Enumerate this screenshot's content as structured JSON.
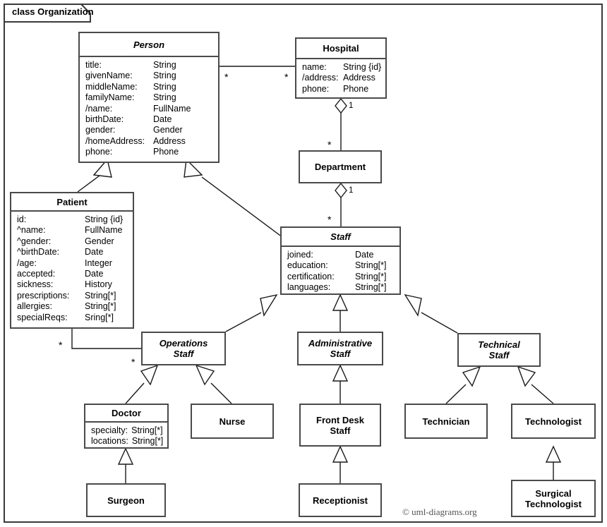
{
  "diagram": {
    "frame_label": "class Organization",
    "copyright": "© uml-diagrams.org",
    "accent_border": "#4a4a4a",
    "line_color": "#1a1a1a",
    "background": "#ffffff"
  },
  "classes": {
    "person": {
      "name": "Person",
      "abstract": true,
      "attributes": [
        {
          "name": "title:",
          "type": "String"
        },
        {
          "name": "givenName:",
          "type": "String"
        },
        {
          "name": "middleName:",
          "type": "String"
        },
        {
          "name": "familyName:",
          "type": "String"
        },
        {
          "name": "/name:",
          "type": "FullName"
        },
        {
          "name": "birthDate:",
          "type": "Date"
        },
        {
          "name": "gender:",
          "type": "Gender"
        },
        {
          "name": "/homeAddress:",
          "type": "Address"
        },
        {
          "name": "phone:",
          "type": "Phone"
        }
      ]
    },
    "hospital": {
      "name": "Hospital",
      "abstract": false,
      "attributes": [
        {
          "name": "name:",
          "type": "String {id}"
        },
        {
          "name": "/address:",
          "type": "Address"
        },
        {
          "name": "phone:",
          "type": "Phone"
        }
      ]
    },
    "department": {
      "name": "Department",
      "abstract": false,
      "attributes": []
    },
    "patient": {
      "name": "Patient",
      "abstract": false,
      "attributes": [
        {
          "name": "id:",
          "type": "String {id}"
        },
        {
          "name": "^name:",
          "type": "FullName"
        },
        {
          "name": "^gender:",
          "type": "Gender"
        },
        {
          "name": "^birthDate:",
          "type": "Date"
        },
        {
          "name": "/age:",
          "type": "Integer"
        },
        {
          "name": "accepted:",
          "type": "Date"
        },
        {
          "name": "sickness:",
          "type": "History"
        },
        {
          "name": "prescriptions:",
          "type": "String[*]"
        },
        {
          "name": "allergies:",
          "type": "String[*]"
        },
        {
          "name": "specialReqs:",
          "type": "Sring[*]"
        }
      ]
    },
    "staff": {
      "name": "Staff",
      "abstract": true,
      "attributes": [
        {
          "name": "joined:",
          "type": "Date"
        },
        {
          "name": "education:",
          "type": "String[*]"
        },
        {
          "name": "certification:",
          "type": "String[*]"
        },
        {
          "name": "languages:",
          "type": "String[*]"
        }
      ]
    },
    "operations_staff": {
      "name": "Operations\nStaff",
      "abstract": true,
      "attributes": []
    },
    "administrative_staff": {
      "name": "Administrative\nStaff",
      "abstract": true,
      "attributes": []
    },
    "technical_staff": {
      "name": "Technical\nStaff",
      "abstract": true,
      "attributes": []
    },
    "doctor": {
      "name": "Doctor",
      "abstract": false,
      "attributes": [
        {
          "name": "specialty:",
          "type": "String[*]"
        },
        {
          "name": "locations:",
          "type": "String[*]"
        }
      ]
    },
    "nurse": {
      "name": "Nurse",
      "abstract": false,
      "attributes": []
    },
    "front_desk_staff": {
      "name": "Front Desk\nStaff",
      "abstract": false,
      "attributes": []
    },
    "technician": {
      "name": "Technician",
      "abstract": false,
      "attributes": []
    },
    "technologist": {
      "name": "Technologist",
      "abstract": false,
      "attributes": []
    },
    "surgeon": {
      "name": "Surgeon",
      "abstract": false,
      "attributes": []
    },
    "receptionist": {
      "name": "Receptionist",
      "abstract": false,
      "attributes": []
    },
    "surgical_technologist": {
      "name": "Surgical\nTechnologist",
      "abstract": false,
      "attributes": []
    }
  },
  "multiplicities": {
    "person_hospital_person_end": "*",
    "person_hospital_hospital_end": "*",
    "hospital_department_hospital_end": "1",
    "hospital_department_department_end": "*",
    "department_staff_department_end": "1",
    "department_staff_staff_end": "*",
    "patient_doctor_patient_end": "*",
    "patient_doctor_staff_end": "*"
  },
  "relationships": [
    {
      "type": "association",
      "from": "Person",
      "to": "Hospital",
      "from_mult": "*",
      "to_mult": "*"
    },
    {
      "type": "aggregation",
      "from": "Hospital",
      "to": "Department",
      "whole_mult": "1",
      "part_mult": "*"
    },
    {
      "type": "aggregation",
      "from": "Department",
      "to": "Staff",
      "whole_mult": "1",
      "part_mult": "*"
    },
    {
      "type": "generalization",
      "from": "Patient",
      "to": "Person"
    },
    {
      "type": "generalization",
      "from": "Staff",
      "to": "Person"
    },
    {
      "type": "association",
      "from": "Patient",
      "to": "Operations Staff",
      "from_mult": "*",
      "to_mult": "*"
    },
    {
      "type": "generalization",
      "from": "Operations Staff",
      "to": "Staff"
    },
    {
      "type": "generalization",
      "from": "Administrative Staff",
      "to": "Staff"
    },
    {
      "type": "generalization",
      "from": "Technical Staff",
      "to": "Staff"
    },
    {
      "type": "generalization",
      "from": "Doctor",
      "to": "Operations Staff"
    },
    {
      "type": "generalization",
      "from": "Nurse",
      "to": "Operations Staff"
    },
    {
      "type": "generalization",
      "from": "Front Desk Staff",
      "to": "Administrative Staff"
    },
    {
      "type": "generalization",
      "from": "Technician",
      "to": "Technical Staff"
    },
    {
      "type": "generalization",
      "from": "Technologist",
      "to": "Technical Staff"
    },
    {
      "type": "generalization",
      "from": "Surgeon",
      "to": "Doctor"
    },
    {
      "type": "generalization",
      "from": "Receptionist",
      "to": "Front Desk Staff"
    },
    {
      "type": "generalization",
      "from": "Surgical Technologist",
      "to": "Technologist"
    }
  ]
}
